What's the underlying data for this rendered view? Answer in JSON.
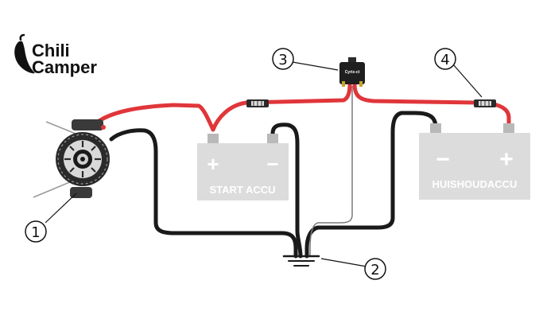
{
  "brand": {
    "line1": "Chili",
    "line2": "Camper"
  },
  "colors": {
    "positive_wire": "#e0363a",
    "negative_wire": "#1a1a1a",
    "battery_body": "#dcdcdc",
    "battery_terminal": "#b9b9b9",
    "signal_wire": "#7a7a7a"
  },
  "start_battery": {
    "label": "START ACCU",
    "plus": "+",
    "minus": "−"
  },
  "house_battery": {
    "label": "HUISHOUDACCU",
    "minus": "−",
    "plus": "+"
  },
  "relay": {
    "label": "Cyrix-ct"
  },
  "callouts": [
    {
      "number": "1",
      "target": "alternator"
    },
    {
      "number": "2",
      "target": "ground"
    },
    {
      "number": "3",
      "target": "relay"
    },
    {
      "number": "4",
      "target": "fuse"
    }
  ],
  "icons": [
    "chili-logo-icon",
    "alternator-icon",
    "fuse-icon",
    "ground-icon",
    "relay-icon"
  ]
}
